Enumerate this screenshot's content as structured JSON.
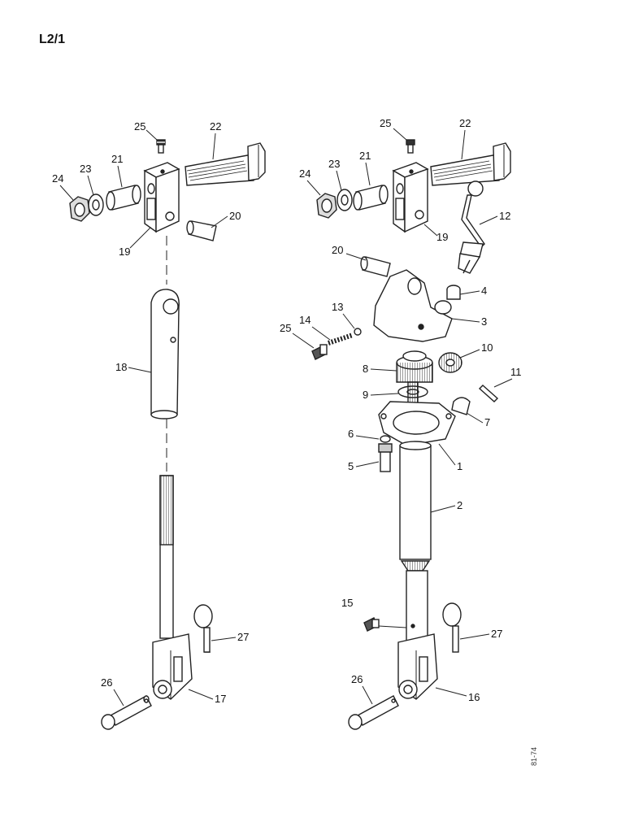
{
  "page_code": "L2/1",
  "side_code": "81-74",
  "left_assembly": {
    "labels": {
      "p25": "25",
      "p22": "22",
      "p21": "21",
      "p23": "23",
      "p24": "24",
      "p19": "19",
      "p20": "20",
      "p18": "18",
      "p27": "27",
      "p26": "26",
      "p17": "17"
    }
  },
  "right_assembly": {
    "labels": {
      "p25a": "25",
      "p22": "22",
      "p21": "21",
      "p23": "23",
      "p24": "24",
      "p19": "19",
      "p12": "12",
      "p20": "20",
      "p4": "4",
      "p3": "3",
      "p13": "13",
      "p14": "14",
      "p25b": "25",
      "p10": "10",
      "p8": "8",
      "p11": "11",
      "p9": "9",
      "p7": "7",
      "p6": "6",
      "p1": "1",
      "p5": "5",
      "p2": "2",
      "p15": "15",
      "p27": "27",
      "p26": "26",
      "p16": "16"
    }
  }
}
